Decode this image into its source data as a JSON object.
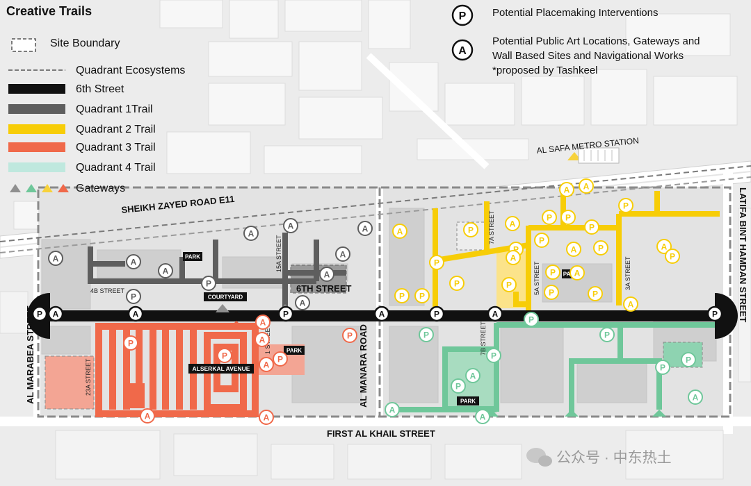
{
  "title": "Creative Trails",
  "legend": {
    "site_boundary": "Site Boundary",
    "quadrant_ecosystems": "Quadrant Ecosystems",
    "sixth_street": "6th Street",
    "q1": "Quadrant 1Trail",
    "q2": "Quadrant 2 Trail",
    "q3": "Quadrant 3 Trail",
    "q4": "Quadrant 4 Trail",
    "gateways": "Gateways",
    "p_marker": "P",
    "a_marker": "A",
    "p_label": "Potential Placemaking Interventions",
    "a_label_1": "Potential Public Art Locations, Gateways and",
    "a_label_2": "Wall Based Sites and Navigational Works",
    "a_label_3": "*proposed by Tashkeel"
  },
  "colors": {
    "sixth_street": "#111111",
    "q1": "#5e5e5e",
    "q2": "#f7cd07",
    "q3": "#f0694a",
    "q4": "#6fc79a",
    "gateway_q1": "#8f8f8f",
    "gateway_q4": "#6fc79a",
    "gateway_q2": "#f7d23c",
    "gateway_q3": "#f0694a"
  },
  "streets": {
    "sheikh_zayed": "SHEIKH ZAYED ROAD E11",
    "metro": "AL SAFA METRO STATION",
    "al_marabea": "AL MARABEA STREET",
    "al_manara": "AL MANARA ROAD",
    "latifa": "LATIFA BINT HAMDAN STREET",
    "first_al_khail": "FIRST AL KHAIL STREET",
    "sixth_street": "6TH STREET",
    "alserkal_avenue": "ALSERKAL AVENUE",
    "s4b": "4B STREET",
    "s15a": "15A STREET",
    "s1": "1 STREET",
    "s23a": "23A STREET",
    "s7a": "7A STREET",
    "s5a": "5A STREET",
    "s3a": "3A STREET",
    "s7b": "7B STREET"
  },
  "places": {
    "park_q1": "PARK",
    "courtyard": "COURTYARD",
    "park_q3": "PARK",
    "park_q2": "PA",
    "park_q4": "PARK"
  },
  "markers": {
    "P": "P",
    "A": "A"
  },
  "watermark": "公众号 · 中东热土"
}
